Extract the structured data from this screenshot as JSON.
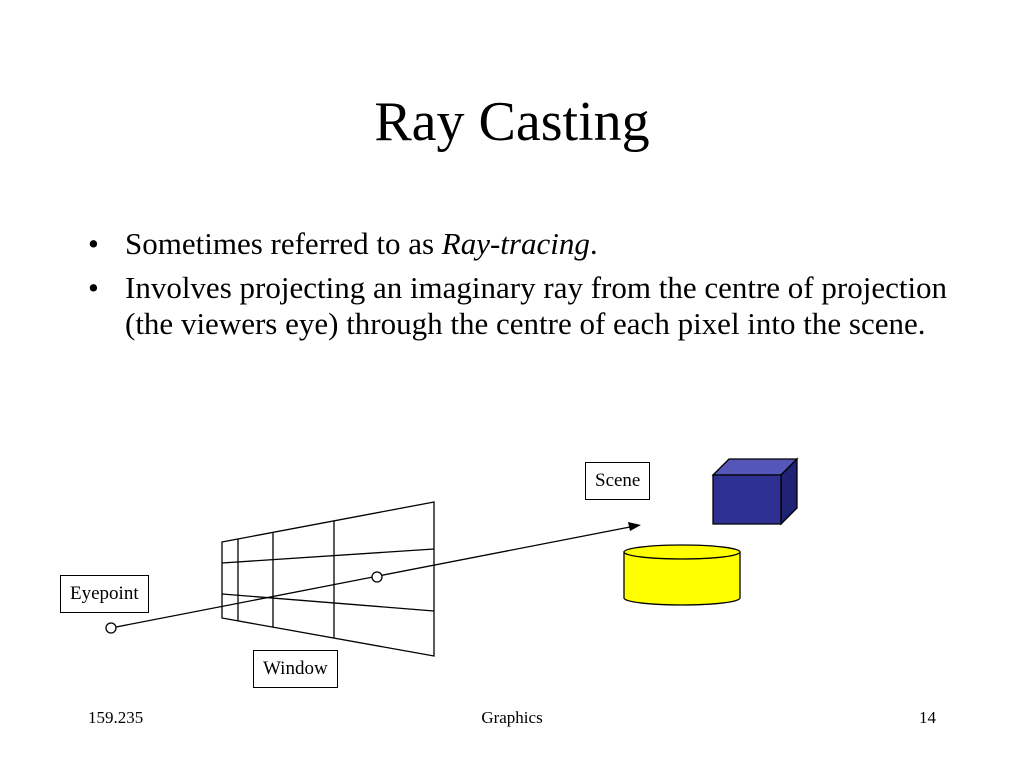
{
  "title": "Ray Casting",
  "bullets": [
    {
      "text_before": "Sometimes referred to as ",
      "emphasis": "Ray-tracing",
      "text_after": "."
    },
    {
      "text_before": "Involves projecting an imaginary ray from the centre of projection (the viewers eye) through the centre of each pixel into the scene.",
      "emphasis": "",
      "text_after": ""
    }
  ],
  "diagram": {
    "labels": {
      "scene": "Scene",
      "eyepoint": "Eyepoint",
      "window": "Window"
    },
    "colors": {
      "cube_front": "#2E3192",
      "cube_top": "#5557B8",
      "cube_side": "#1F2275",
      "cylinder": "#FFFF00",
      "outline": "#000000"
    }
  },
  "footer": {
    "left": "159.235",
    "center": "Graphics",
    "right": "14"
  }
}
